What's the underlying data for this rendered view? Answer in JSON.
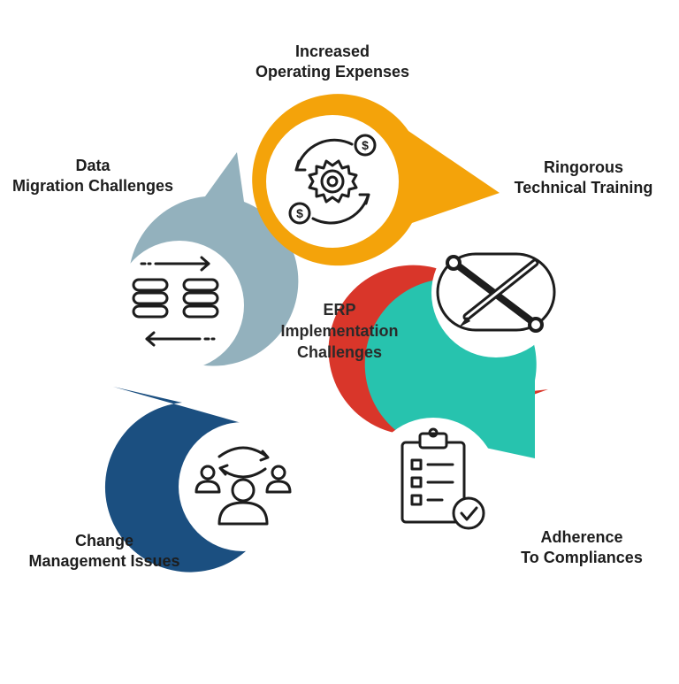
{
  "center": {
    "lines": [
      "ERP",
      "Implementation",
      "Challenges"
    ]
  },
  "items": [
    {
      "lines": [
        "Increased",
        "Operating Expenses"
      ],
      "color": "#F4A30A",
      "icon": "gear-dollar-cycle-icon"
    },
    {
      "lines": [
        "Ringorous",
        "Technical Training"
      ],
      "color": "#27C3AE",
      "icon": "wrench-pencil-icon"
    },
    {
      "lines": [
        "Adherence",
        "To Compliances"
      ],
      "color": "#D9362A",
      "icon": "clipboard-checklist-icon"
    },
    {
      "lines": [
        "Change",
        "Management Issues"
      ],
      "color": "#1B4F80",
      "icon": "user-exchange-icon"
    },
    {
      "lines": [
        "Data",
        "Migration Challenges"
      ],
      "color": "#93B1BD",
      "icon": "database-transfer-icon"
    }
  ]
}
